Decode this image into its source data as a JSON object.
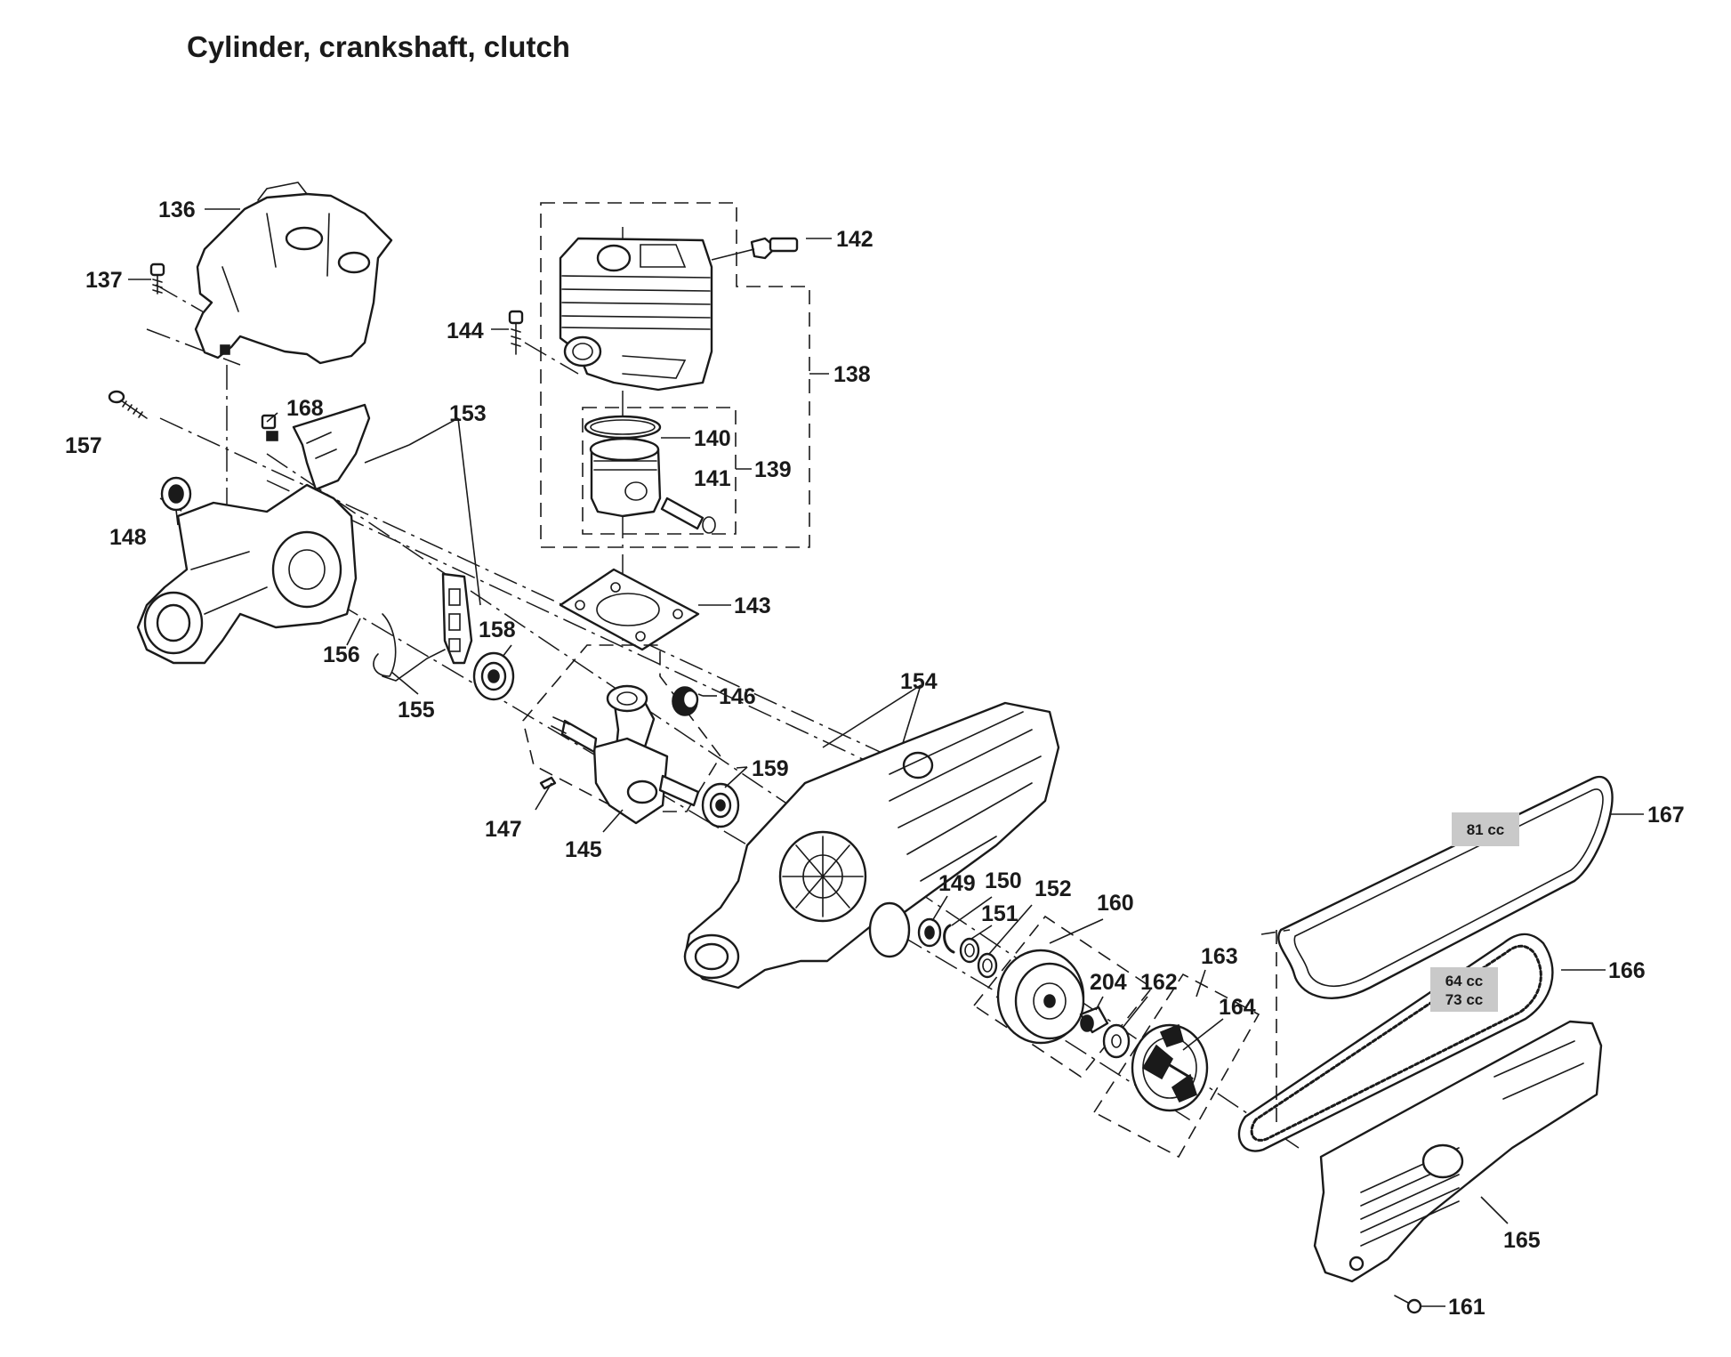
{
  "title": "Cylinder, crankshaft, clutch",
  "callouts": {
    "p136": "136",
    "p137": "137",
    "p138": "138",
    "p139": "139",
    "p140": "140",
    "p141": "141",
    "p142": "142",
    "p143": "143",
    "p144": "144",
    "p145": "145",
    "p146": "146",
    "p147": "147",
    "p148": "148",
    "p149": "149",
    "p150": "150",
    "p151": "151",
    "p152": "152",
    "p153": "153",
    "p154": "154",
    "p155": "155",
    "p156": "156",
    "p157": "157",
    "p158": "158",
    "p159": "159",
    "p160": "160",
    "p161": "161",
    "p162": "162",
    "p163": "163",
    "p164": "164",
    "p165": "165",
    "p166": "166",
    "p167": "167",
    "p168": "168",
    "p204": "204"
  },
  "variant_tags": {
    "belt_167": "81 cc",
    "belt_166_line1": "64 cc",
    "belt_166_line2": "73 cc"
  },
  "colors": {
    "ink": "#1a1a1a",
    "tag_background": "#c9c9c9",
    "background": "#ffffff"
  }
}
